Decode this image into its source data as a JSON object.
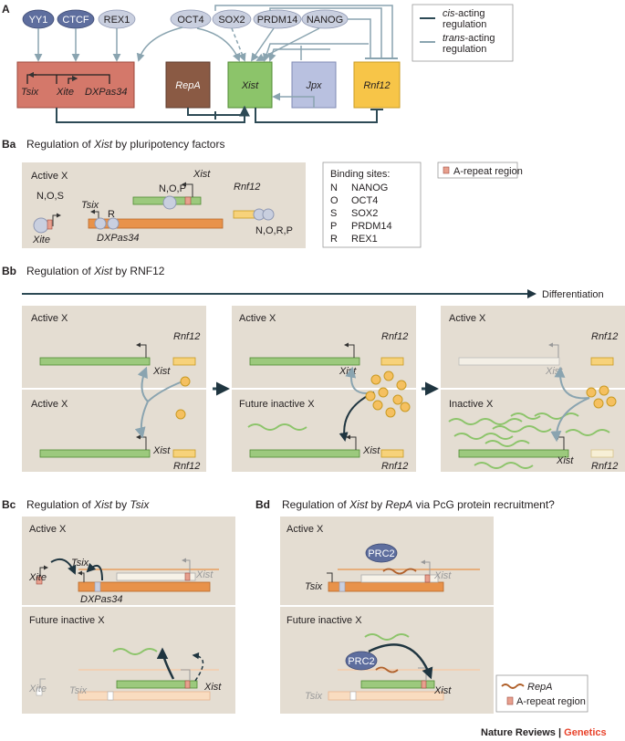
{
  "panel_a": {
    "label": "A",
    "factors": [
      "YY1",
      "CTCF",
      "REX1",
      "OCT4",
      "SOX2",
      "PRDM14",
      "NANOG"
    ],
    "genes": [
      "Tsix",
      "Xite",
      "DXPas34",
      "RepA",
      "Xist",
      "Jpx",
      "Rnf12"
    ],
    "legend": {
      "cis": "cis-acting regulation",
      "cis_word": "cis",
      "cis_rest": "-acting",
      "trans_word": "trans",
      "trans_rest": "-acting",
      "regulation": "regulation"
    }
  },
  "panel_ba": {
    "label": "Ba",
    "title_pre": "Regulation of ",
    "title_gene": "Xist",
    "title_post": " by pluripotency factors",
    "active_x": "Active X",
    "xist": "Xist",
    "tsix": "Tsix",
    "xite": "Xite",
    "dxpas34": "DXPas34",
    "rnf12": "Rnf12",
    "site_nos": "N,O,S",
    "site_nop": "N,O,P",
    "site_r": "R",
    "site_norp": "N,O,R,P",
    "binding_title": "Binding sites:",
    "binding": [
      {
        "code": "N",
        "name": "NANOG"
      },
      {
        "code": "O",
        "name": "OCT4"
      },
      {
        "code": "S",
        "name": "SOX2"
      },
      {
        "code": "P",
        "name": "PRDM14"
      },
      {
        "code": "R",
        "name": "REX1"
      }
    ],
    "arepeat": "A-repeat region"
  },
  "panel_bb": {
    "label": "Bb",
    "title_pre": "Regulation of ",
    "title_gene": "Xist",
    "title_post": " by RNF12",
    "differentiation": "Differentiation",
    "active_x": "Active X",
    "future_inactive_x": "Future inactive X",
    "inactive_x": "Inactive X",
    "xist": "Xist",
    "rnf12": "Rnf12"
  },
  "panel_bc": {
    "label": "Bc",
    "title_pre": "Regulation of ",
    "title_gene": "Xist",
    "title_mid": " by ",
    "title_gene2": "Tsix",
    "active_x": "Active X",
    "future_inactive_x": "Future inactive X",
    "xite": "Xite",
    "tsix": "Tsix",
    "xist": "Xist",
    "dxpas34": "DXPas34"
  },
  "panel_bd": {
    "label": "Bd",
    "title_pre": "Regulation of ",
    "title_gene": "Xist",
    "title_mid": " by ",
    "title_gene2": "RepA",
    "title_post": " via PcG protein recruitment?",
    "active_x": "Active X",
    "future_inactive_x": "Future inactive X",
    "prc2": "PRC2",
    "tsix": "Tsix",
    "xist": "Xist",
    "legend_repa": "RepA",
    "legend_arepeat": "A-repeat region"
  },
  "footer": {
    "journal": "Nature Reviews",
    "separator": " | ",
    "section": "Genetics"
  },
  "colors": {
    "accent_red": "#e8422a",
    "tsix_orange": "#e8924a",
    "xist_green": "#9cc97d",
    "rnf12_yellow": "#f7d27a",
    "panel_bg": "#e4ddd2",
    "factor_blue": "#5e6e9e"
  }
}
